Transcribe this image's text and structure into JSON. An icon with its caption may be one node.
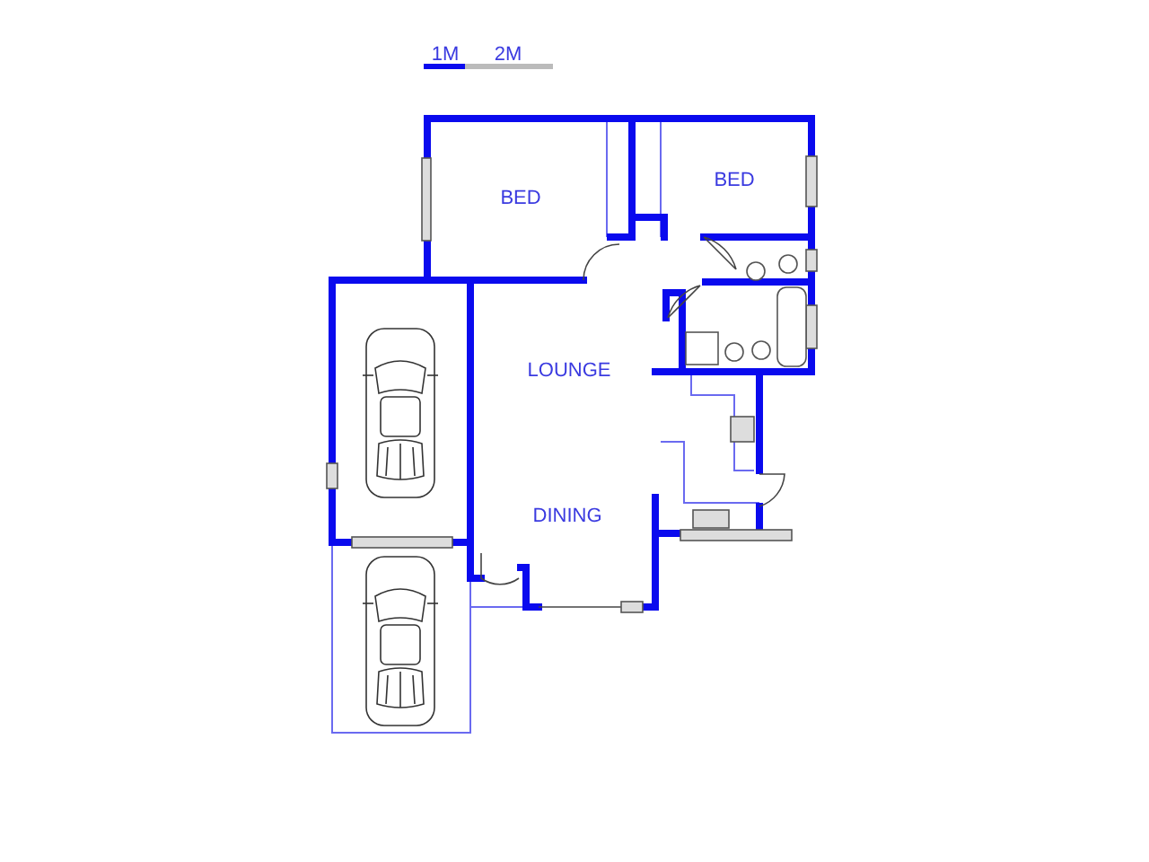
{
  "diagram": {
    "labels": [
      "1M",
      "2M",
      "BED",
      "BED",
      "LOUNGE",
      "DINING"
    ]
  }
}
